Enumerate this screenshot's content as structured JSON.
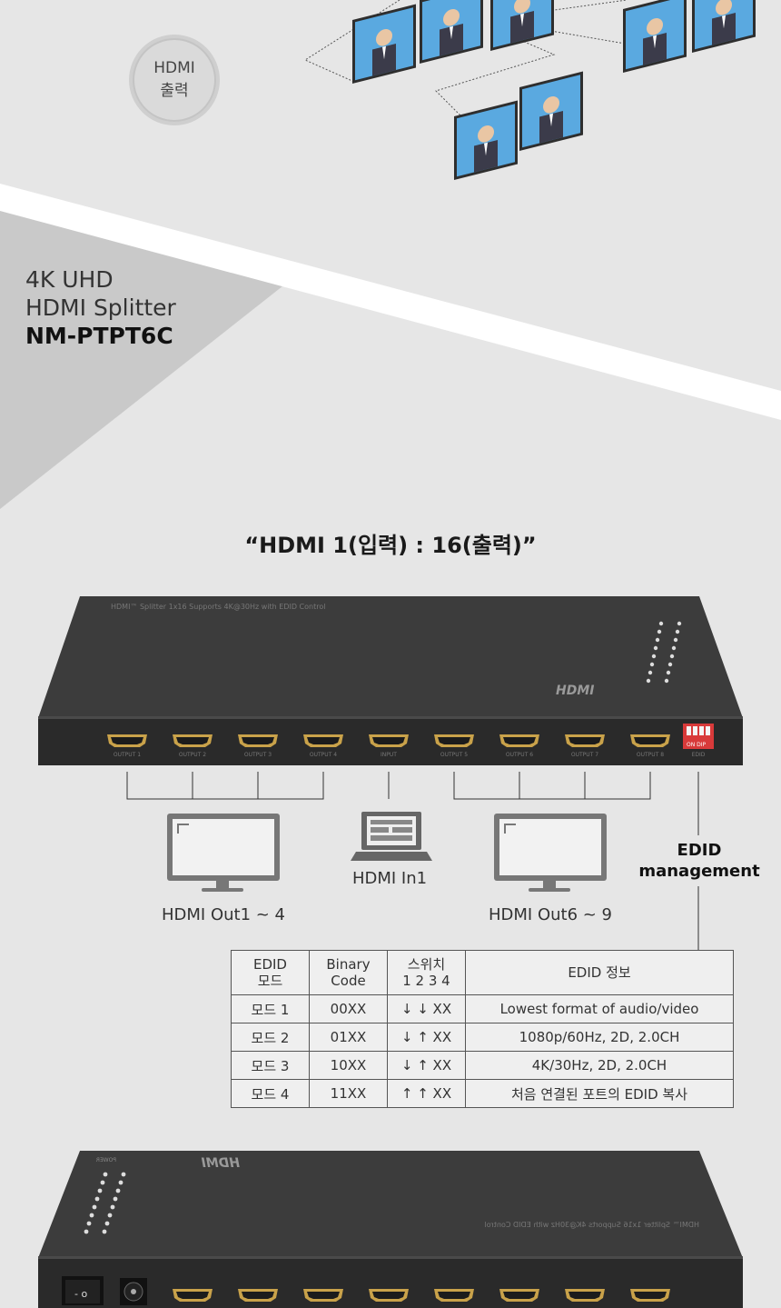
{
  "badge": {
    "line1": "HDMI",
    "line2": "출력"
  },
  "product": {
    "line1": "4K UHD",
    "line2": "HDMI Splitter",
    "model": "NM-PTPT6C"
  },
  "headline": "“HDMI 1(입력) : 16(출력)”",
  "device_top": {
    "silkscreen": "HDMI™ Splitter 1x16 Supports 4K@30Hz with EDID Control",
    "logo": "HDMI",
    "port_labels": [
      "OUTPUT 1",
      "OUTPUT 2",
      "OUTPUT 3",
      "OUTPUT 4",
      "INPUT",
      "OUTPUT 5",
      "OUTPUT 6",
      "OUTPUT 7",
      "OUTPUT 8",
      "EDID"
    ],
    "dip_label": "ON DIP"
  },
  "device_bottom": {
    "silkscreen": "HDMI™ Splitter 1x16 Supports 4K@30Hz with EDID Control",
    "logo": "HDMI",
    "power_label": "POWER"
  },
  "labels": {
    "out_left": "HDMI Out1 ~ 4",
    "in": "HDMI In1",
    "out_right": "HDMI Out6 ~ 9",
    "edid_line1": "EDID",
    "edid_line2": "management"
  },
  "edid_table": {
    "headers": [
      {
        "l1": "EDID",
        "l2": "모드"
      },
      {
        "l1": "Binary",
        "l2": "Code"
      },
      {
        "l1": "스위치",
        "l2": "1 2 3 4"
      },
      {
        "l1": "EDID 정보",
        "l2": ""
      }
    ],
    "rows": [
      [
        "모드 1",
        "00XX",
        "↓ ↓ XX",
        "Lowest format of audio/video"
      ],
      [
        "모드 2",
        "01XX",
        "↓ ↑ XX",
        "1080p/60Hz, 2D, 2.0CH"
      ],
      [
        "모드 3",
        "10XX",
        "↓ ↑ XX",
        "4K/30Hz, 2D, 2.0CH"
      ],
      [
        "모드 4",
        "11XX",
        "↑ ↑ XX",
        "처음 연결된 포트의 EDID 복사"
      ]
    ]
  },
  "colors": {
    "background": "#e6e6e6",
    "device": "#3a3a3a",
    "port": "#c9a24a",
    "screen": "#5aa9e0"
  }
}
